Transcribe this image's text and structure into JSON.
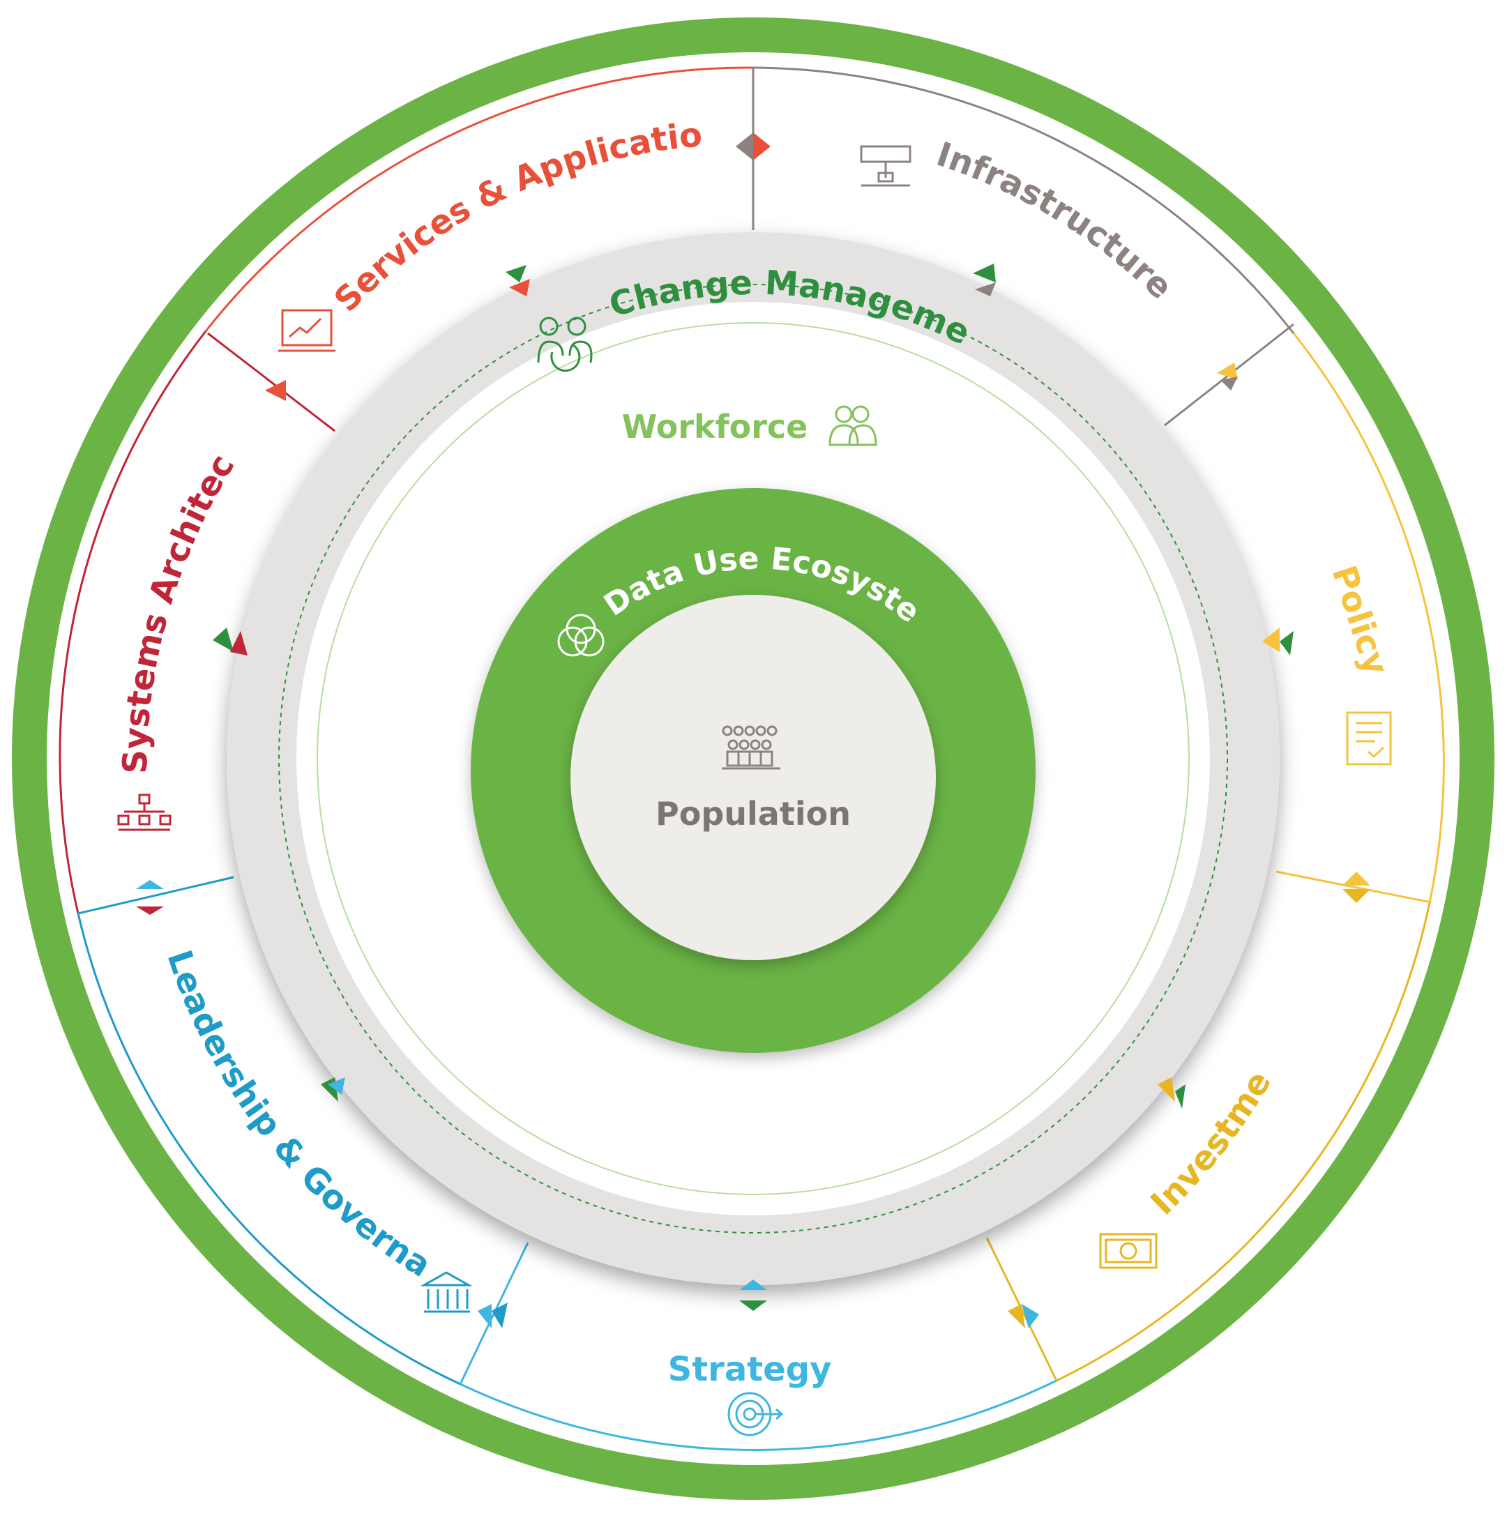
{
  "colors": {
    "outer_ring": "#6ab344",
    "center_ring": "#6ab344",
    "gray_band": "#e4e3e1",
    "center_disc": "#eeedea",
    "change_green": "#2e8f3e",
    "workforce_green": "#84c25c",
    "population_gray": "#7a7675",
    "services": "#e8503a",
    "infrastructure": "#8d8281",
    "policy": "#f5c33c",
    "investment": "#e8b623",
    "strategy": "#3eb6e0",
    "leadership": "#1f9bc7",
    "systems": "#c02638"
  },
  "outer_segments": [
    {
      "label": "Services & Applications",
      "color": "#e8503a",
      "icon": "laptop-chart-icon"
    },
    {
      "label": "Infrastructure",
      "color": "#8d8281",
      "icon": "server-network-icon"
    },
    {
      "label": "Policy",
      "color": "#f5c33c",
      "icon": "document-check-icon"
    },
    {
      "label": "Investment",
      "color": "#e8b623",
      "icon": "banknote-icon"
    },
    {
      "label": "Strategy",
      "color": "#3eb6e0",
      "icon": "target-arrow-icon"
    },
    {
      "label": "Leadership & Governance",
      "color": "#1f9bc7",
      "icon": "institution-building-icon"
    },
    {
      "label": "Systems Architecture",
      "color": "#c02638",
      "icon": "hierarchy-icon"
    }
  ],
  "change_management": {
    "label": "Change Management",
    "icon": "people-cycle-icon"
  },
  "workforce": {
    "label": "Workforce",
    "icon": "people-icon"
  },
  "data_use": {
    "label": "Data Use Ecosystem",
    "icon": "venn-circles-icon"
  },
  "population": {
    "label": "Population",
    "icon": "crowd-icon"
  }
}
